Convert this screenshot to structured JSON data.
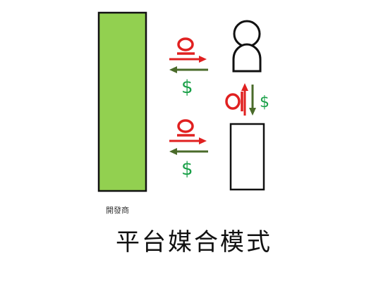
{
  "developer_label": "開發商",
  "title": "平台媒合模式",
  "dollar_symbol": "$",
  "colors": {
    "developer_block": "#92d050",
    "product_flow": "#e02020",
    "money_flow": "#4a6b2a",
    "dollar": "#1aa048",
    "outline": "#111111"
  },
  "icons": {
    "user": "person-icon",
    "platform": "rectangle-box",
    "product": "circle-with-bar",
    "money": "dollar-sign"
  }
}
